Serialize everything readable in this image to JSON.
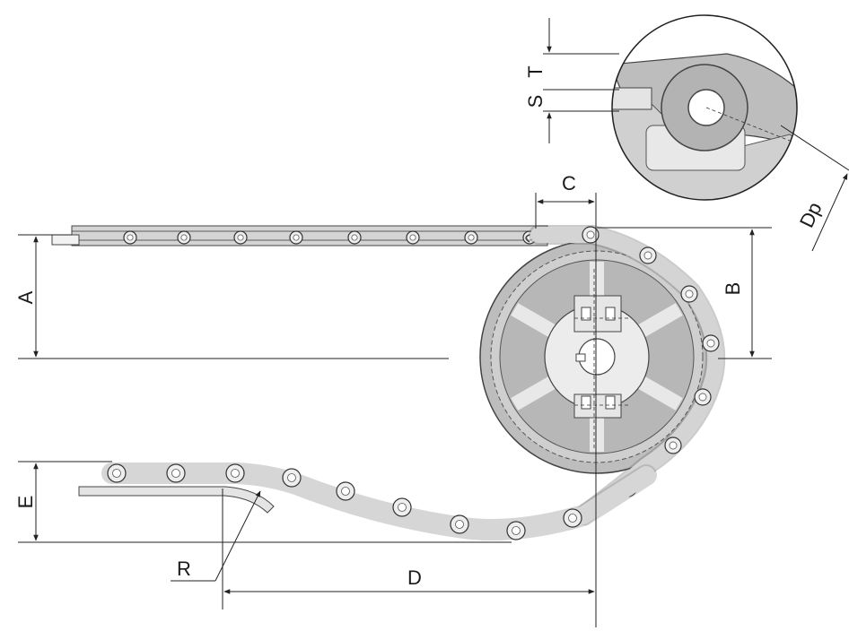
{
  "labels": {
    "A": "A",
    "B": "B",
    "C": "C",
    "D": "D",
    "E": "E",
    "R": "R",
    "S": "S",
    "T": "T",
    "Dp": "Dp"
  },
  "colors": {
    "line": "#222222",
    "chain_fill": "#d6d6d6",
    "drum_outer": "#c8c8c8",
    "drum_inner": "#e2e2e2",
    "hub": "#f0f0f0",
    "zoom_fill": "#c9c9c9"
  }
}
